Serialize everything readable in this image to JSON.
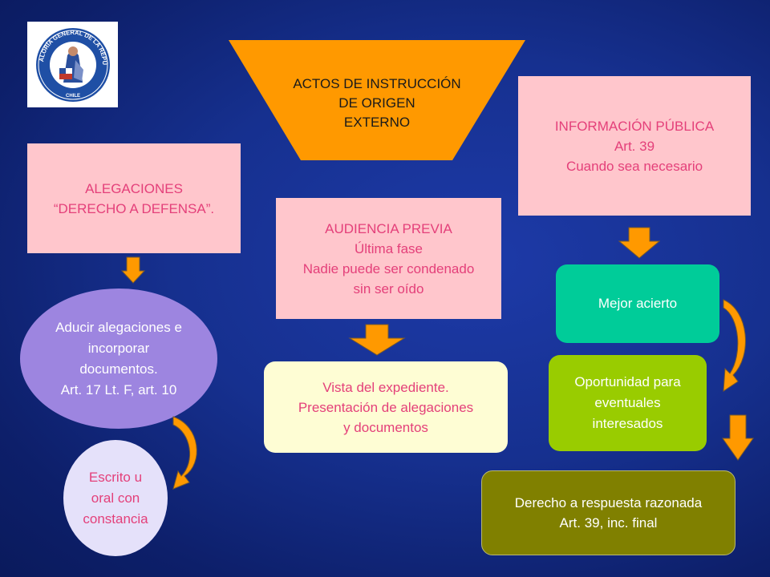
{
  "colors": {
    "background": "#16308f",
    "funnel": "#ff9900",
    "pink_box": "#ffc6cc",
    "pink_text": "#e4407a",
    "yellow_box": "#fefdd4",
    "teal_box": "#00cc99",
    "green_box": "#99cc00",
    "olive_box": "#808000",
    "purple_ellipse": "#9d85e0",
    "lavender_ellipse": "#e5e1fa",
    "arrow": "#ff9900"
  },
  "logo": {
    "icon": "contraloria-seal-icon",
    "seal_text_top": "CONTRALORÍA GENERAL DE LA REPÚBLICA",
    "seal_text_bottom": "CHILE"
  },
  "funnel": {
    "lines": [
      "ACTOS DE INSTRUCCIÓN",
      "DE ORIGEN",
      "EXTERNO"
    ]
  },
  "informacion_publica": {
    "lines": [
      "INFORMACIÓN PÚBLICA",
      "Art. 39",
      "Cuando sea necesario"
    ]
  },
  "alegaciones": {
    "lines": [
      "ALEGACIONES",
      "“DERECHO A DEFENSA”."
    ]
  },
  "audiencia_previa": {
    "lines": [
      "AUDIENCIA PREVIA",
      "Última fase",
      "Nadie puede ser condenado",
      "sin ser oído"
    ]
  },
  "aducir": {
    "lines": [
      "Aducir alegaciones e",
      "incorporar",
      "documentos.",
      "Art. 17 Lt. F, art. 10"
    ]
  },
  "escrito": {
    "lines": [
      "Escrito u",
      "oral con",
      "constancia"
    ]
  },
  "vista": {
    "lines": [
      "Vista del expediente.",
      "Presentación de alegaciones",
      "y documentos"
    ]
  },
  "mejor_acierto": {
    "lines": [
      "Mejor acierto"
    ]
  },
  "oportunidad": {
    "lines": [
      "Oportunidad para",
      "eventuales",
      "interesados"
    ]
  },
  "derecho_respuesta": {
    "lines": [
      "Derecho a respuesta razonada",
      "Art. 39, inc. final"
    ]
  },
  "arrows": [
    "down-arrow-icon",
    "curved-arrow-icon"
  ]
}
